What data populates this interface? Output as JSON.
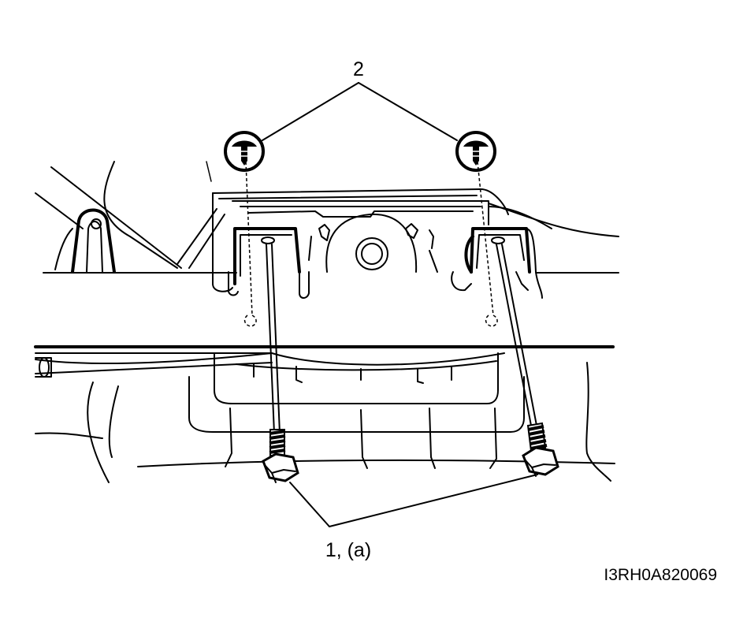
{
  "diagram": {
    "callouts": {
      "clips_label": "2",
      "bolts_label": "1, (a)"
    },
    "figure_code": "I3RH0A820069"
  }
}
